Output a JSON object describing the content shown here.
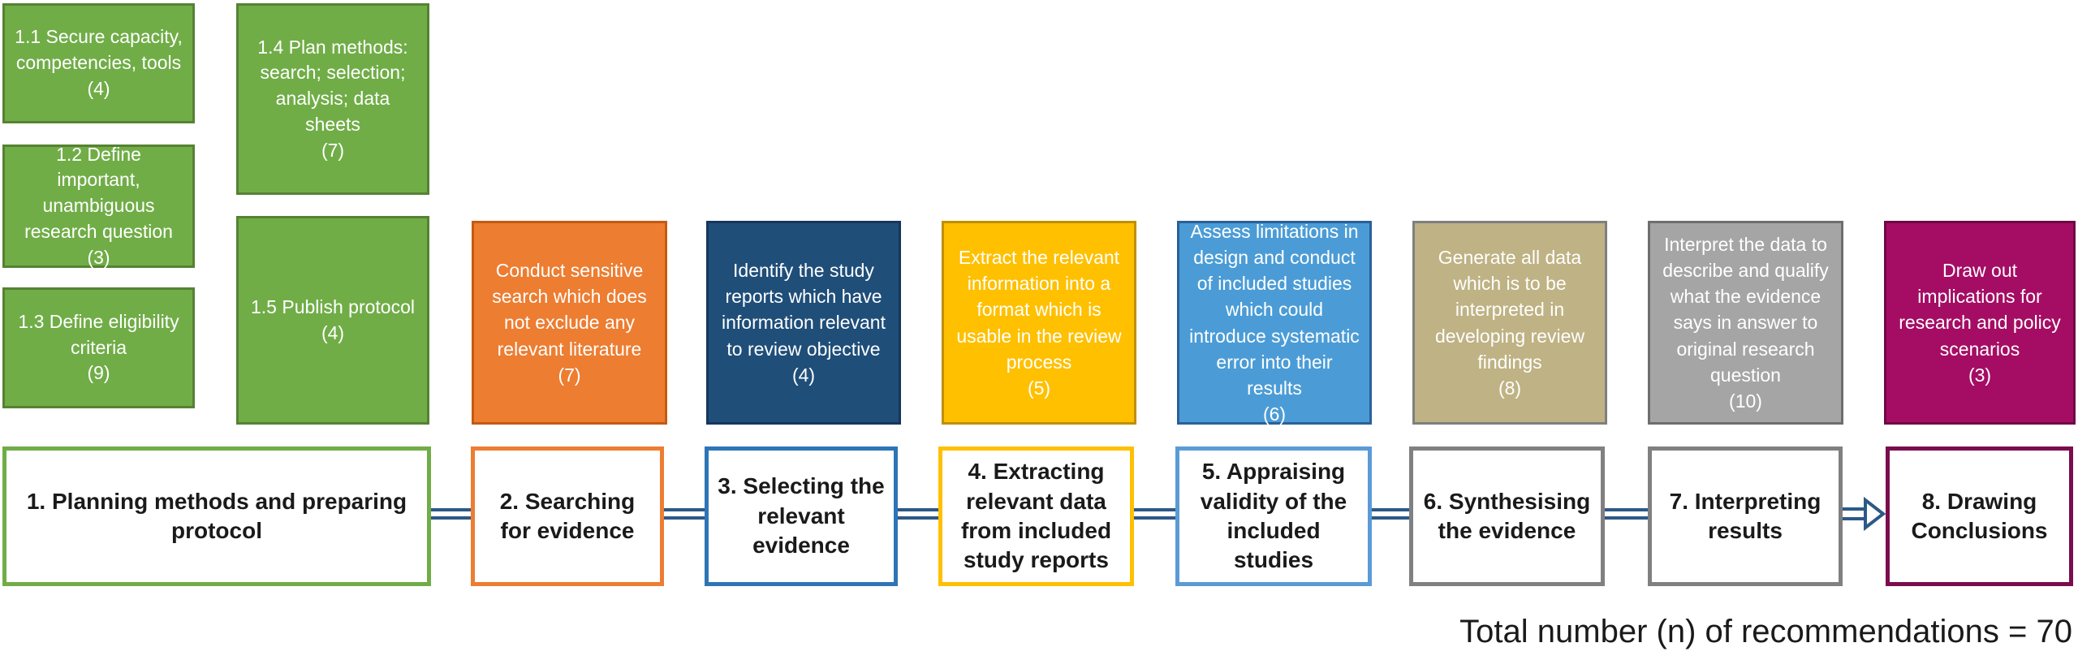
{
  "colors": {
    "green_fill": "#70AD47",
    "green_border": "#568233",
    "orange_fill": "#ED7D31",
    "orange_border": "#C55A11",
    "dark_blue_fill": "#1F4E79",
    "yellow_fill": "#FFC000",
    "medium_blue_fill": "#4B9CD6",
    "tan_fill": "#BFB284",
    "gray_fill": "#A5A5A5",
    "magenta_fill": "#A50D64",
    "step3_border": "#2E75B6",
    "step5_border": "#5B9BD5",
    "step8_border": "#7B0C4E",
    "connector_blue": "#2D5986"
  },
  "protocol_boxes": [
    {
      "label": "1.1 Secure capacity, competencies, tools",
      "count": "(4)"
    },
    {
      "label": "1.2 Define important, unambiguous research question",
      "count": "(3)"
    },
    {
      "label": "1.3 Define eligibility criteria",
      "count": "(9)"
    },
    {
      "label": "1.4 Plan methods: search; selection; analysis; data sheets",
      "count": "(7)"
    },
    {
      "label": "1.5 Publish protocol",
      "count": "(4)"
    }
  ],
  "activity_boxes": [
    {
      "label": "Conduct sensitive search which does not exclude any relevant literature",
      "count": "(7)"
    },
    {
      "label": "Identify the study reports which have information relevant to review objective",
      "count": "(4)"
    },
    {
      "label": "Extract the relevant information into a format which is usable in the review process",
      "count": "(5)"
    },
    {
      "label": "Assess limitations in design and conduct of included studies which could introduce systematic error into their results",
      "count": "(6)"
    },
    {
      "label": "Generate all data which is to be interpreted in developing review findings",
      "count": "(8)"
    },
    {
      "label": "Interpret the data to describe and qualify what the evidence says in answer to original research question",
      "count": "(10)"
    },
    {
      "label": "Draw out implications for research and policy scenarios",
      "count": "(3)"
    }
  ],
  "process_steps": [
    {
      "label": "1. Planning methods and preparing protocol"
    },
    {
      "label": "2. Searching for evidence"
    },
    {
      "label": "3. Selecting the relevant evidence"
    },
    {
      "label": "4. Extracting relevant data from included study reports"
    },
    {
      "label": "5. Appraising validity of the included studies"
    },
    {
      "label": "6. Synthesising the evidence"
    },
    {
      "label": "7. Interpreting results"
    },
    {
      "label": "8. Drawing Conclusions"
    }
  ],
  "footer": {
    "total_text": "Total number (n) of recommendations = 70"
  }
}
